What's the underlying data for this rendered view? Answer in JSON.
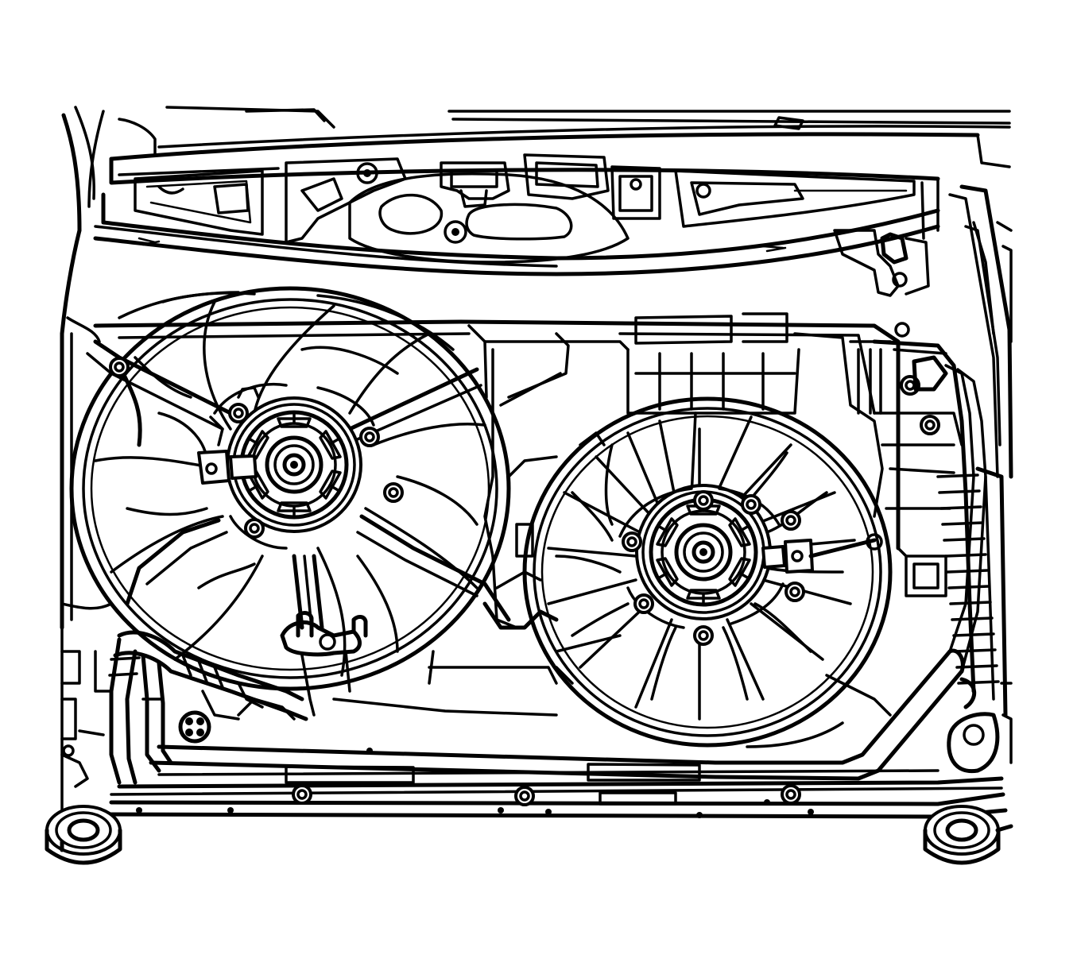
{
  "diagram": {
    "kind": "technical line illustration",
    "stroke_color": "#000000",
    "background_color": "#ffffff",
    "components": [
      "radiator-core-support",
      "left-cooling-fan",
      "right-cooling-fan",
      "fan-shroud",
      "radiator",
      "coolant-hoses",
      "radiator-mounts"
    ]
  }
}
